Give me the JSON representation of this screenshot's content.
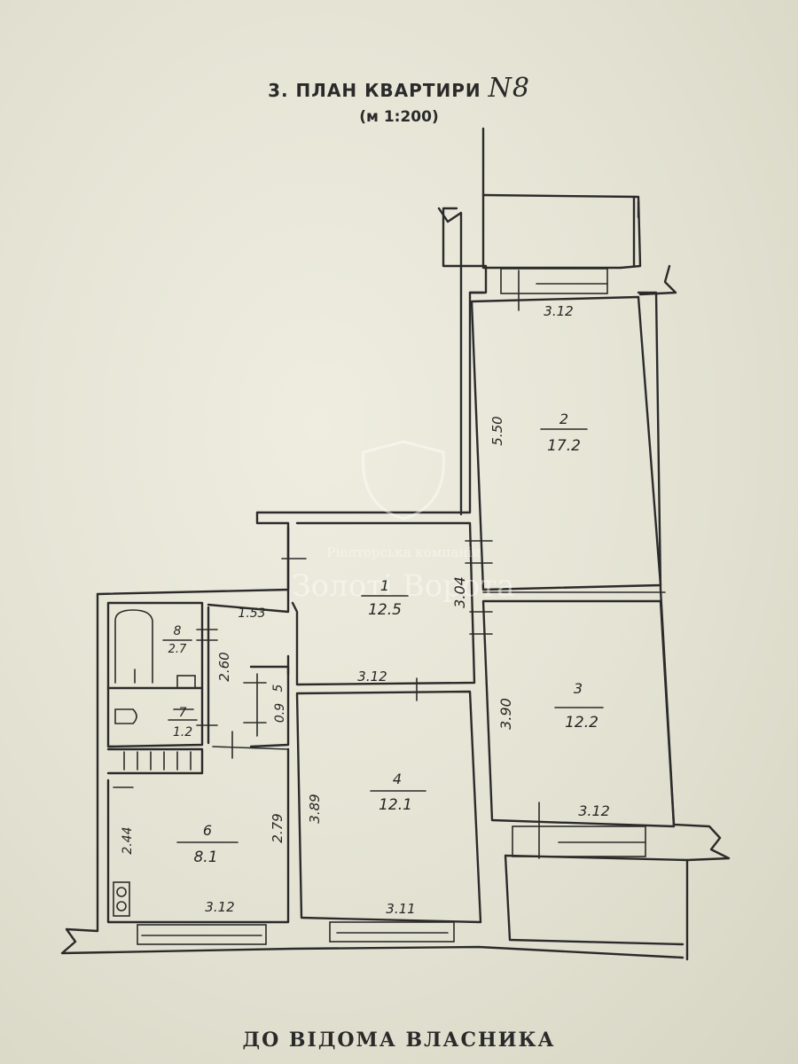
{
  "header": {
    "title": "3. ПЛАН КВАРТИРИ",
    "apartment_number": "N8",
    "scale": "(м 1:200)"
  },
  "footer": {
    "text": "ДО ВІДОМА ВЛАСНИКА"
  },
  "rooms": [
    {
      "number": "1",
      "area": "12.5"
    },
    {
      "number": "2",
      "area": "17.2"
    },
    {
      "number": "3",
      "area": "12.2"
    },
    {
      "number": "4",
      "area": "12.1"
    },
    {
      "number": "5",
      "area": "0.9"
    },
    {
      "number": "6",
      "area": "8.1"
    },
    {
      "number": "7",
      "area": "1.2"
    },
    {
      "number": "8",
      "area": "2.7"
    }
  ],
  "dimensions": [
    "3.12",
    "5.50",
    "3.04",
    "1.53",
    "2.60",
    "3.12",
    "3.90",
    "3.12",
    "3.89",
    "2.79",
    "2.44",
    "3.12",
    "3.11"
  ],
  "watermark": {
    "line1": "Ріелторська компанія",
    "line2": "Золоті Ворота"
  }
}
